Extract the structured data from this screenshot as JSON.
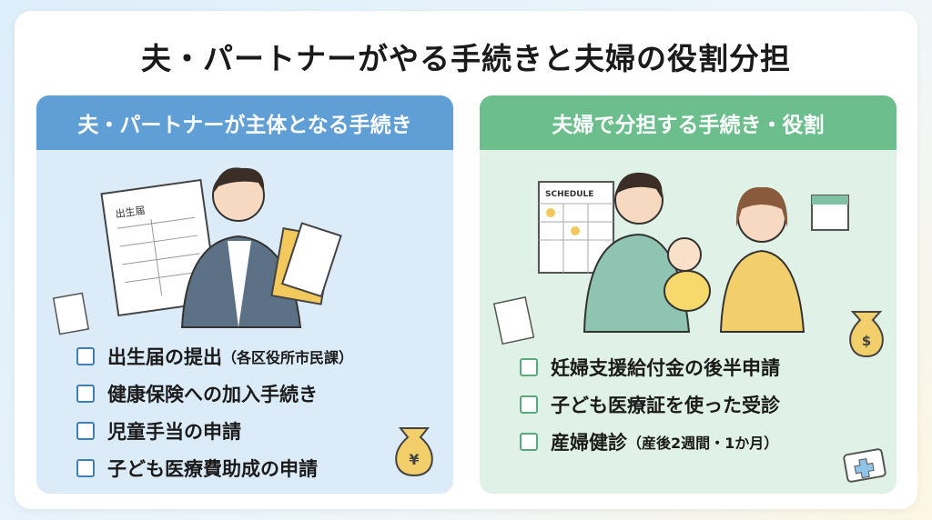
{
  "title": "夫・パートナーがやる手続きと夫婦の役割分担",
  "left": {
    "header": "夫・パートナーが主体となる手続き",
    "document_label": "出生届",
    "items": [
      {
        "main": "出生届の提出",
        "note": "（各区役所市民課）"
      },
      {
        "main": "健康保険への加入手続き",
        "note": ""
      },
      {
        "main": "児童手当の申請",
        "note": ""
      },
      {
        "main": "子ども医療費助成の申請",
        "note": ""
      }
    ],
    "money_symbol": "¥"
  },
  "right": {
    "header": "夫婦で分担する手続き・役割",
    "calendar_label": "SCHEDULE",
    "items": [
      {
        "main": "妊婦支援給付金の後半申請",
        "note": ""
      },
      {
        "main": "子ども医療証を使った受診",
        "note": ""
      },
      {
        "main": "産婦健診",
        "note": "（産後2週間・1か月）"
      }
    ],
    "money_symbol": "$"
  },
  "colors": {
    "left_header": "#5f9fd6",
    "right_header": "#6cbf8c",
    "left_bg": "#dcebf8",
    "right_bg": "#e0f2e7"
  }
}
